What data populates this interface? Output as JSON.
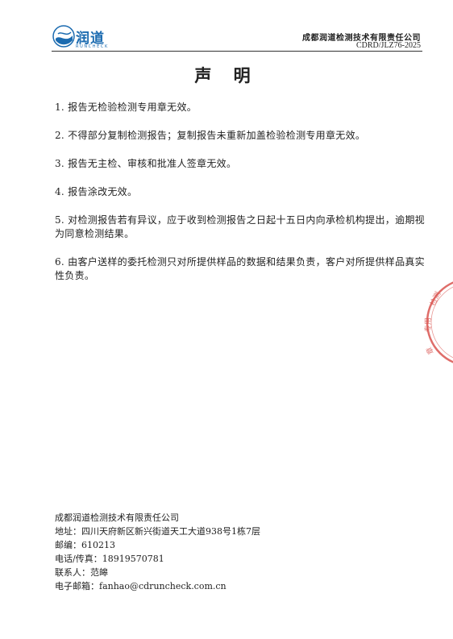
{
  "logo": {
    "cn": "润道",
    "en": "RUNCHECK"
  },
  "header": {
    "company": "成都润道检测技术有限责任公司",
    "code": "CDRD/JLZ76-2025"
  },
  "title": "声 明",
  "clauses": [
    "1. 报告无检验检测专用章无效。",
    "2. 不得部分复制检测报告；复制报告未重新加盖检验检测专用章无效。",
    "3. 报告无主检、审核和批准人签章无效。",
    "4. 报告涂改无效。",
    "5. 对检测报告若有异议，应于收到检测报告之日起十五日内向承检机构提出，逾期视为同意检测结果。",
    "6. 由客户送样的委托检测只对所提供样品的数据和结果负责，客户对所提供样品真实性负责。"
  ],
  "footer": {
    "company": "成都润道检测技术有限责任公司",
    "address": "地址：四川天府新区新兴街道天工大道938号1栋7层",
    "postcode": "邮编：610213",
    "phone": "电话/传真：18919570781",
    "contact": "联系人：范皞",
    "email": "电子邮箱：fanhao@cdruncheck.com.cn"
  },
  "stamp": {
    "text": "检测专用章",
    "color": "#d9534f"
  },
  "colors": {
    "brand": "#1b6bb0",
    "stamp": "#d9534f"
  }
}
